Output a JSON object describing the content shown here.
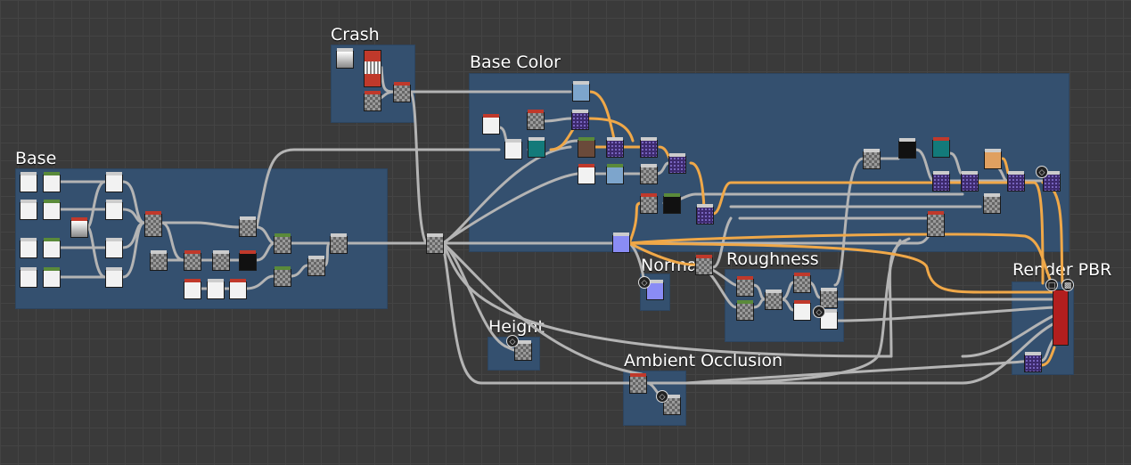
{
  "frames": {
    "base": "Base",
    "crash": "Crash",
    "base_color": "Base Color",
    "normal": "Normal",
    "roughness": "Roughness",
    "height": "Height",
    "ambient_occlusion": "Ambient Occlusion",
    "render_pbr": "Render PBR"
  },
  "colors": {
    "background": "#3a3a3a",
    "frame": "#34506f",
    "wire_default": "#b4b4b4",
    "wire_highlight": "#f0a848"
  },
  "icons": {
    "output_badge": "cube-icon",
    "render_badge": "render-icon"
  }
}
